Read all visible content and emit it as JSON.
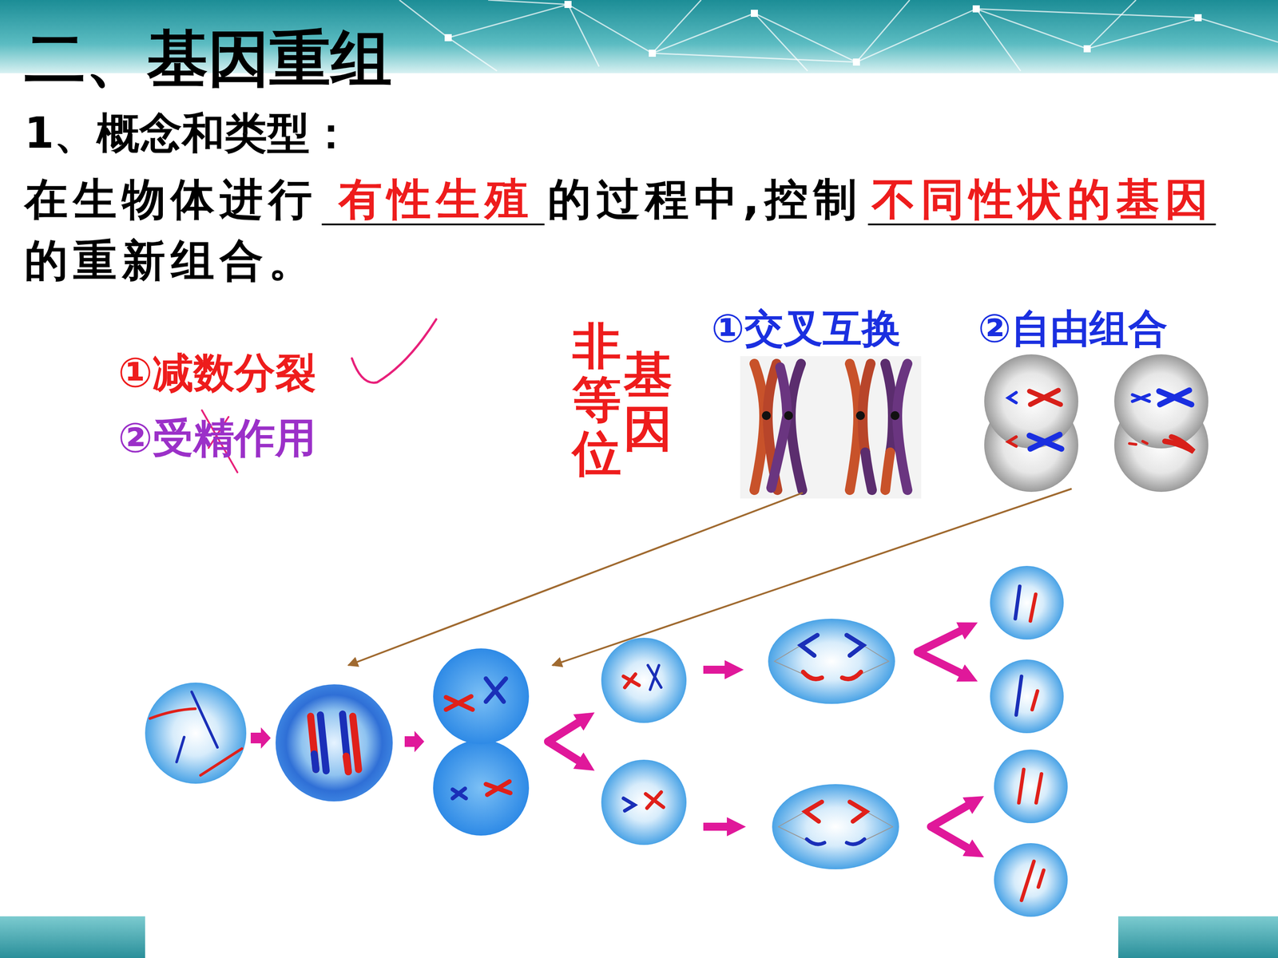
{
  "diagram": {
    "title": "二、基因重组",
    "nodes": [
      {
        "text": [
          "①减数分裂",
          "②受精作用"
        ]
      },
      {
        "text": [
          "非等位",
          "基因",
          "①交叉互换",
          "②自由组合"
        ]
      }
    ],
    "labels": [
      "1、概念和类型：",
      "在生物体进行",
      "有性生殖",
      "的过程中,控制",
      "不同性状的基因",
      "的重新组合。"
    ]
  }
}
